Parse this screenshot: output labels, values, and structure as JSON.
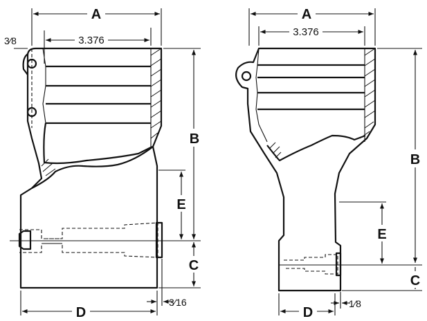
{
  "left_view": {
    "dim_A": "A",
    "dim_bore": "3.376",
    "dim_3_8": "3⁄8",
    "dim_B": "B",
    "dim_E": "E",
    "dim_C": "C",
    "dim_D": "D",
    "dim_3_16": "3⁄16"
  },
  "right_view": {
    "dim_A": "A",
    "dim_bore": "3.376",
    "dim_B": "B",
    "dim_E": "E",
    "dim_C": "C",
    "dim_D": "D",
    "dim_1_8": "1⁄8"
  }
}
